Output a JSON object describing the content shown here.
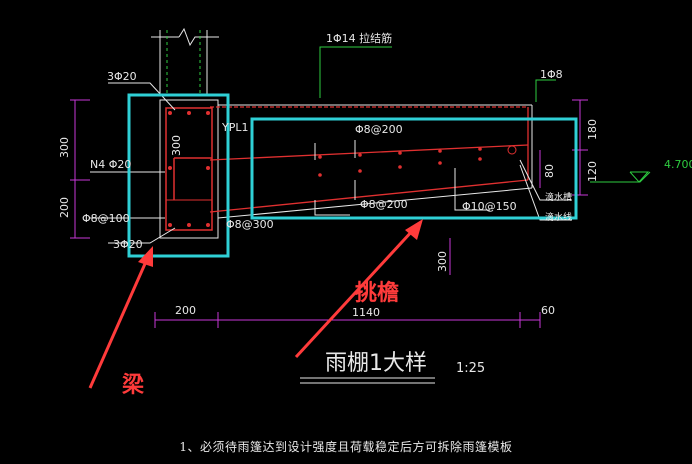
{
  "labels": {
    "tie_bar": "1Φ14 拉结筋",
    "top_left_bar": "3Φ20",
    "bottom_left_bar": "3Φ20",
    "waist_bar": "N4 Φ20",
    "stirrup_left": "Φ8@100",
    "stirrup_beam": "Φ8@300",
    "beam_mark": "YPL1",
    "beam_section_dim": "300",
    "canopy_top_bar": "Φ8@200",
    "canopy_dist_bar": "Φ8@200",
    "canopy_main_bar": "Φ10@150",
    "edge_bar": "1Φ8",
    "drip_1": "滴水槽",
    "drip_2": "滴水线",
    "elevation": "4.700"
  },
  "dims": {
    "left_300": "300",
    "left_200": "200",
    "right_180": "180",
    "right_80": "80",
    "right_120": "120",
    "below_300": "300",
    "bottom": [
      "200",
      "1140",
      "60"
    ]
  },
  "title": {
    "name": "雨棚1大样",
    "scale": "1:25"
  },
  "callouts": {
    "beam": "梁",
    "cantilever": "挑檐"
  },
  "note": "1、必须待雨篷达到设计强度且荷载稳定后方可拆除雨篷模板",
  "colors": {
    "annotation": "#ff3b3b",
    "highlight": "#2fd0d6",
    "drawing": "#e8e8e8",
    "dim": "#c838d8",
    "rebar": "#e03030",
    "leader": "#2ecc40"
  }
}
